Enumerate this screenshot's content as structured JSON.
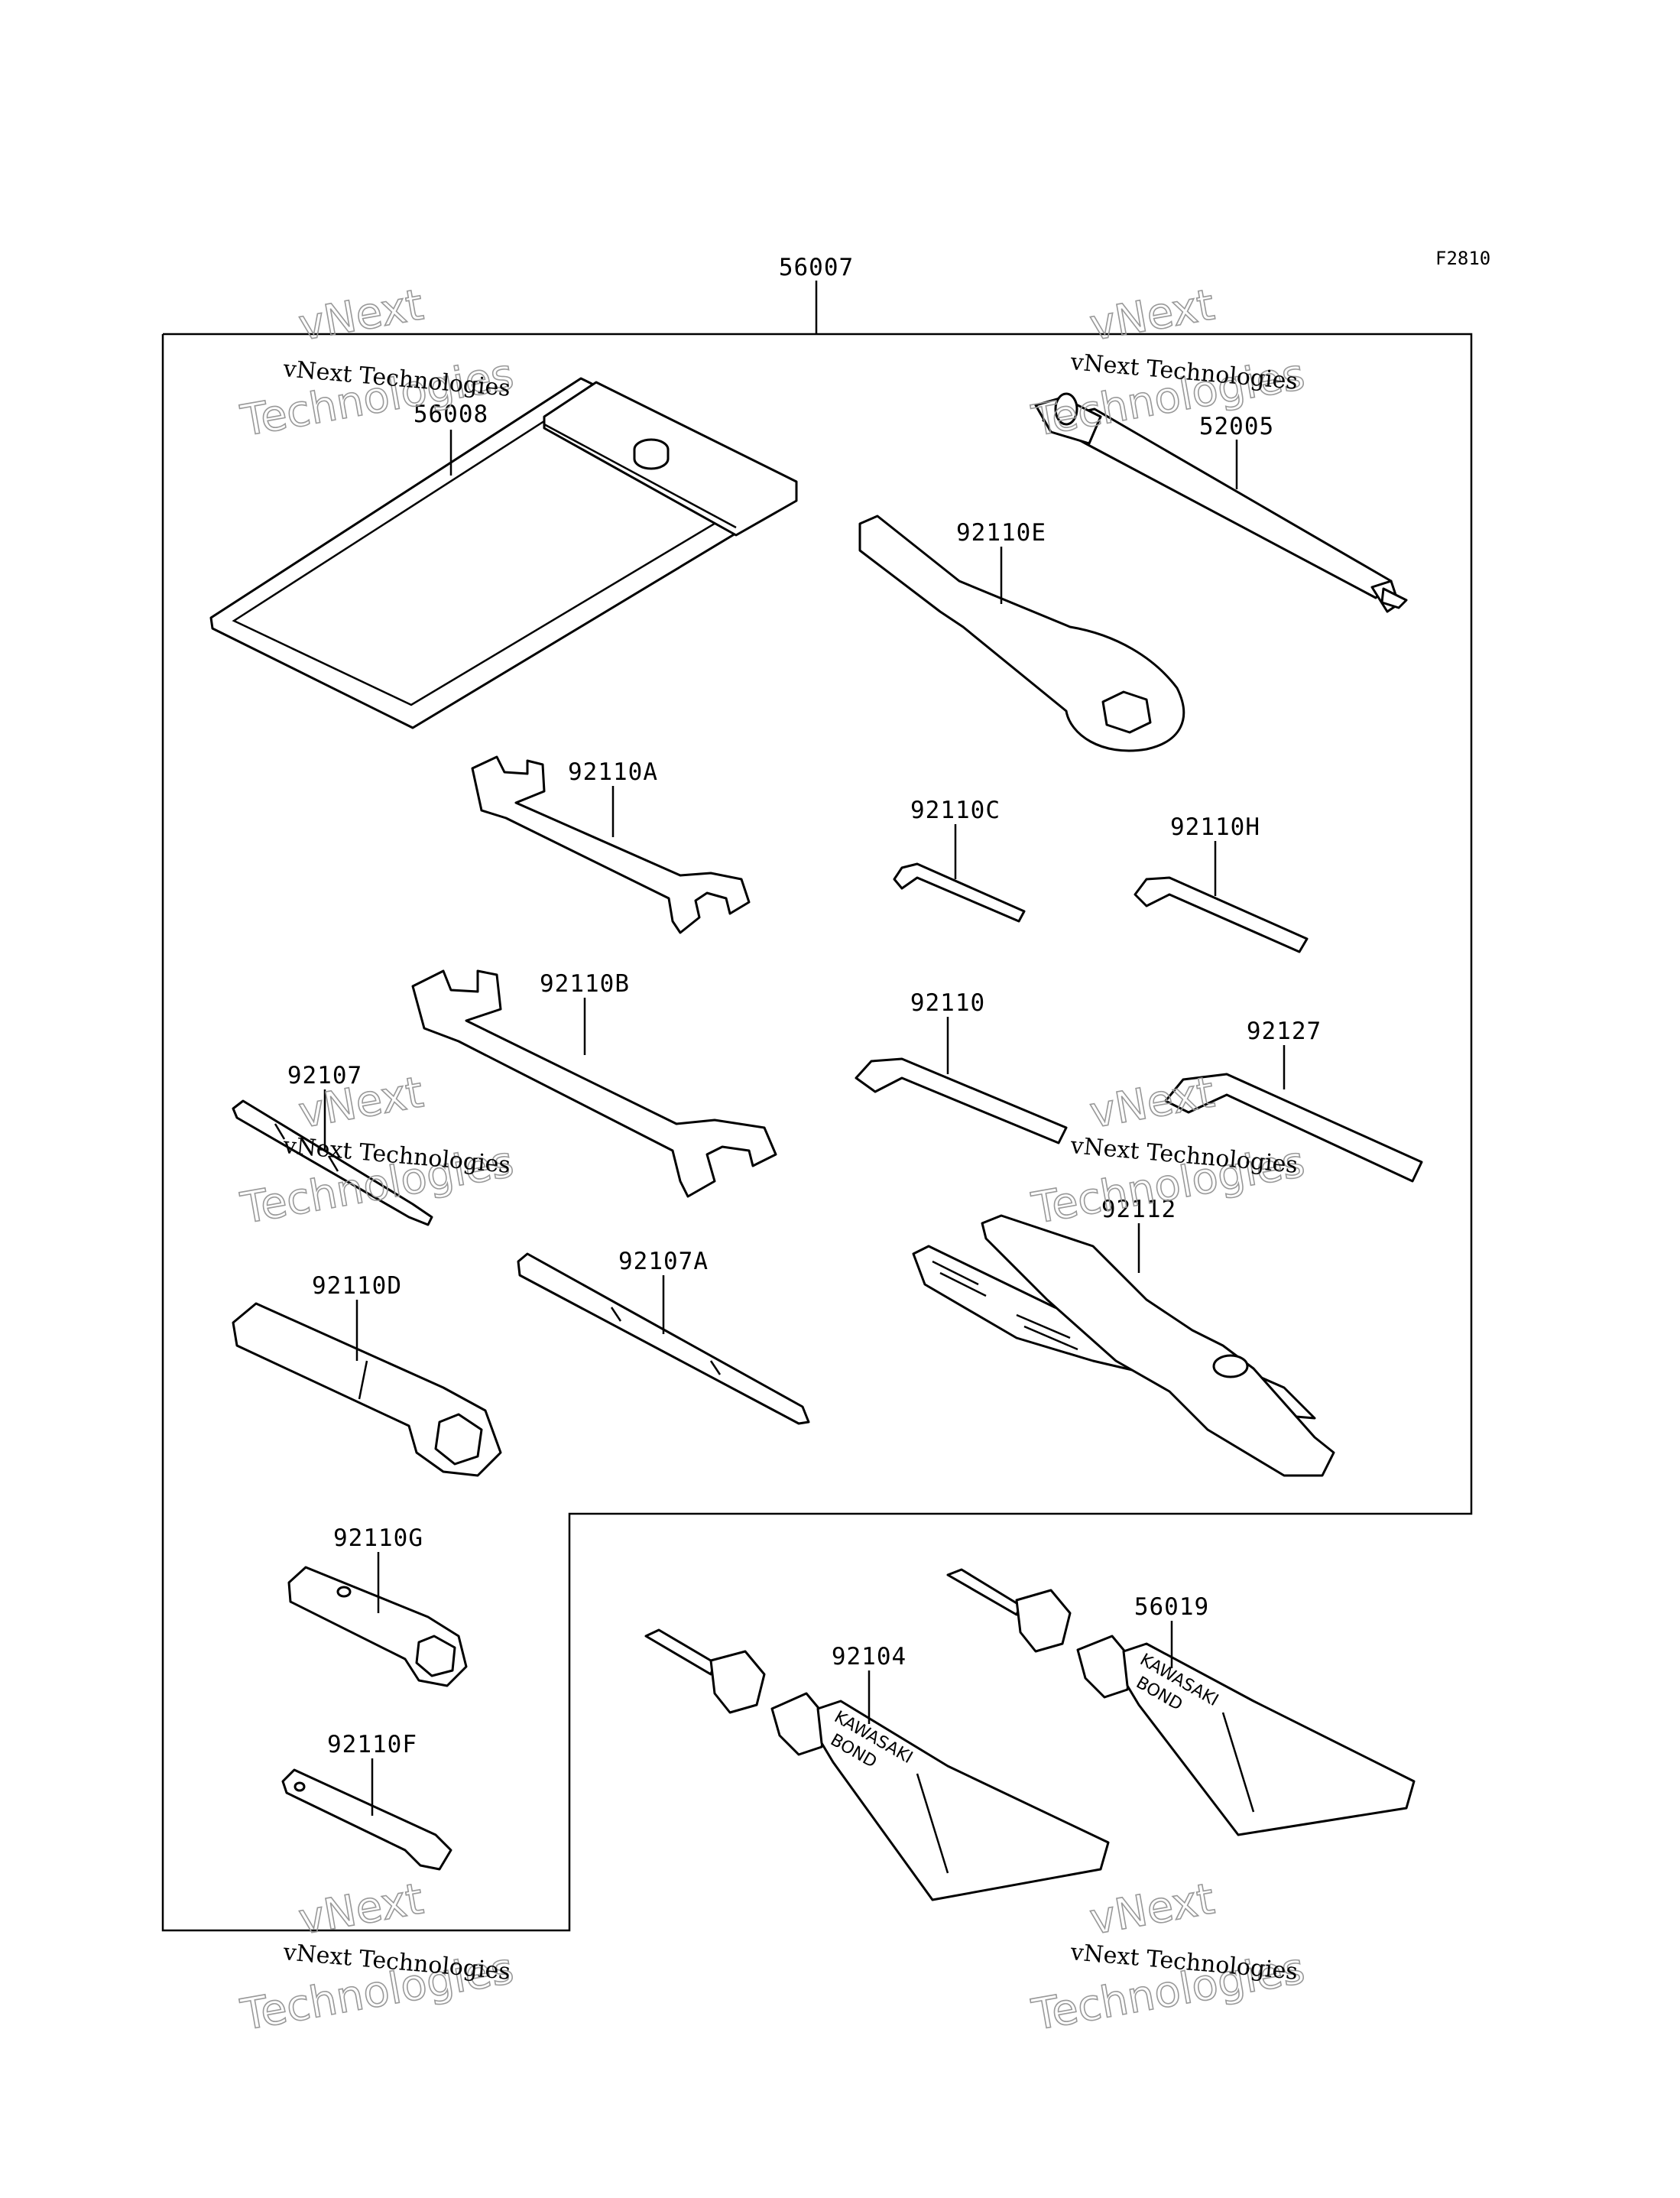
{
  "figure_code": "F2810",
  "assembly_label": "56007",
  "parts": {
    "p56008": "56008",
    "p52005": "52005",
    "p92110E": "92110E",
    "p92110A": "92110A",
    "p92110C": "92110C",
    "p92110H": "92110H",
    "p92110B": "92110B",
    "p92110": "92110",
    "p92127": "92127",
    "p92107": "92107",
    "p92112": "92112",
    "p92110D": "92110D",
    "p92107A": "92107A",
    "p92110G": "92110G",
    "p92104": "92104",
    "p56019": "56019",
    "p92110F": "92110F"
  },
  "tube_text": {
    "line1": "KAWASAKI",
    "line2": "BOND"
  },
  "watermark": {
    "line1": "vNext Technologies",
    "line2": "Technologies",
    "line0": "vNext"
  }
}
